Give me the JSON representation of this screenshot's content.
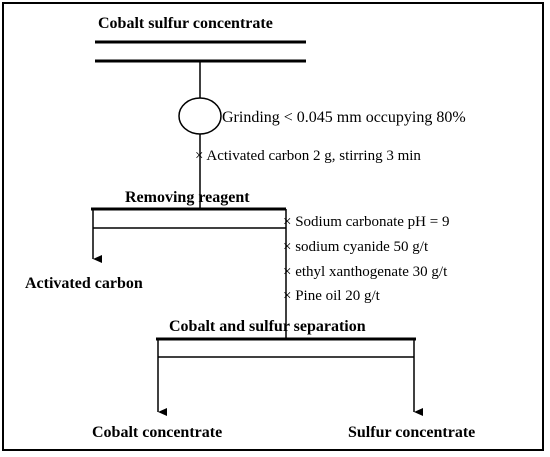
{
  "title": "Cobalt sulfur concentrate",
  "grinding": "Grinding < 0.045 mm occupying 80%",
  "activation": "× Activated carbon 2 g, stirring 3 min",
  "removing": "Removing reagent",
  "activated_carbon": "Activated carbon",
  "reagents": [
    "× Sodium carbonate pH = 9",
    "× sodium cyanide 50 g/t",
    "× ethyl xanthogenate 30 g/t",
    "× Pine oil 20 g/t"
  ],
  "separation": "Cobalt and sulfur separation",
  "products": [
    "Cobalt concentrate",
    "Sulfur concentrate"
  ]
}
